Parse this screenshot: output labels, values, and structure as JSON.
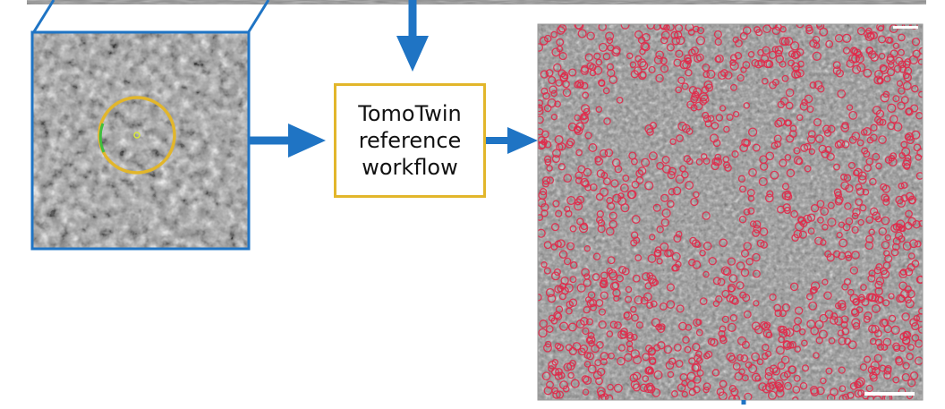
{
  "workflow_box": {
    "line1": "TomoTwin",
    "line2": "reference",
    "line3": "workflow"
  },
  "colors": {
    "arrow_blue": "#1f74c4",
    "box_gold": "#e2b62b",
    "pick_circle_red": "#e02a4a",
    "marker_green": "#3fbf3f",
    "scale_bar": "#ffffff"
  }
}
